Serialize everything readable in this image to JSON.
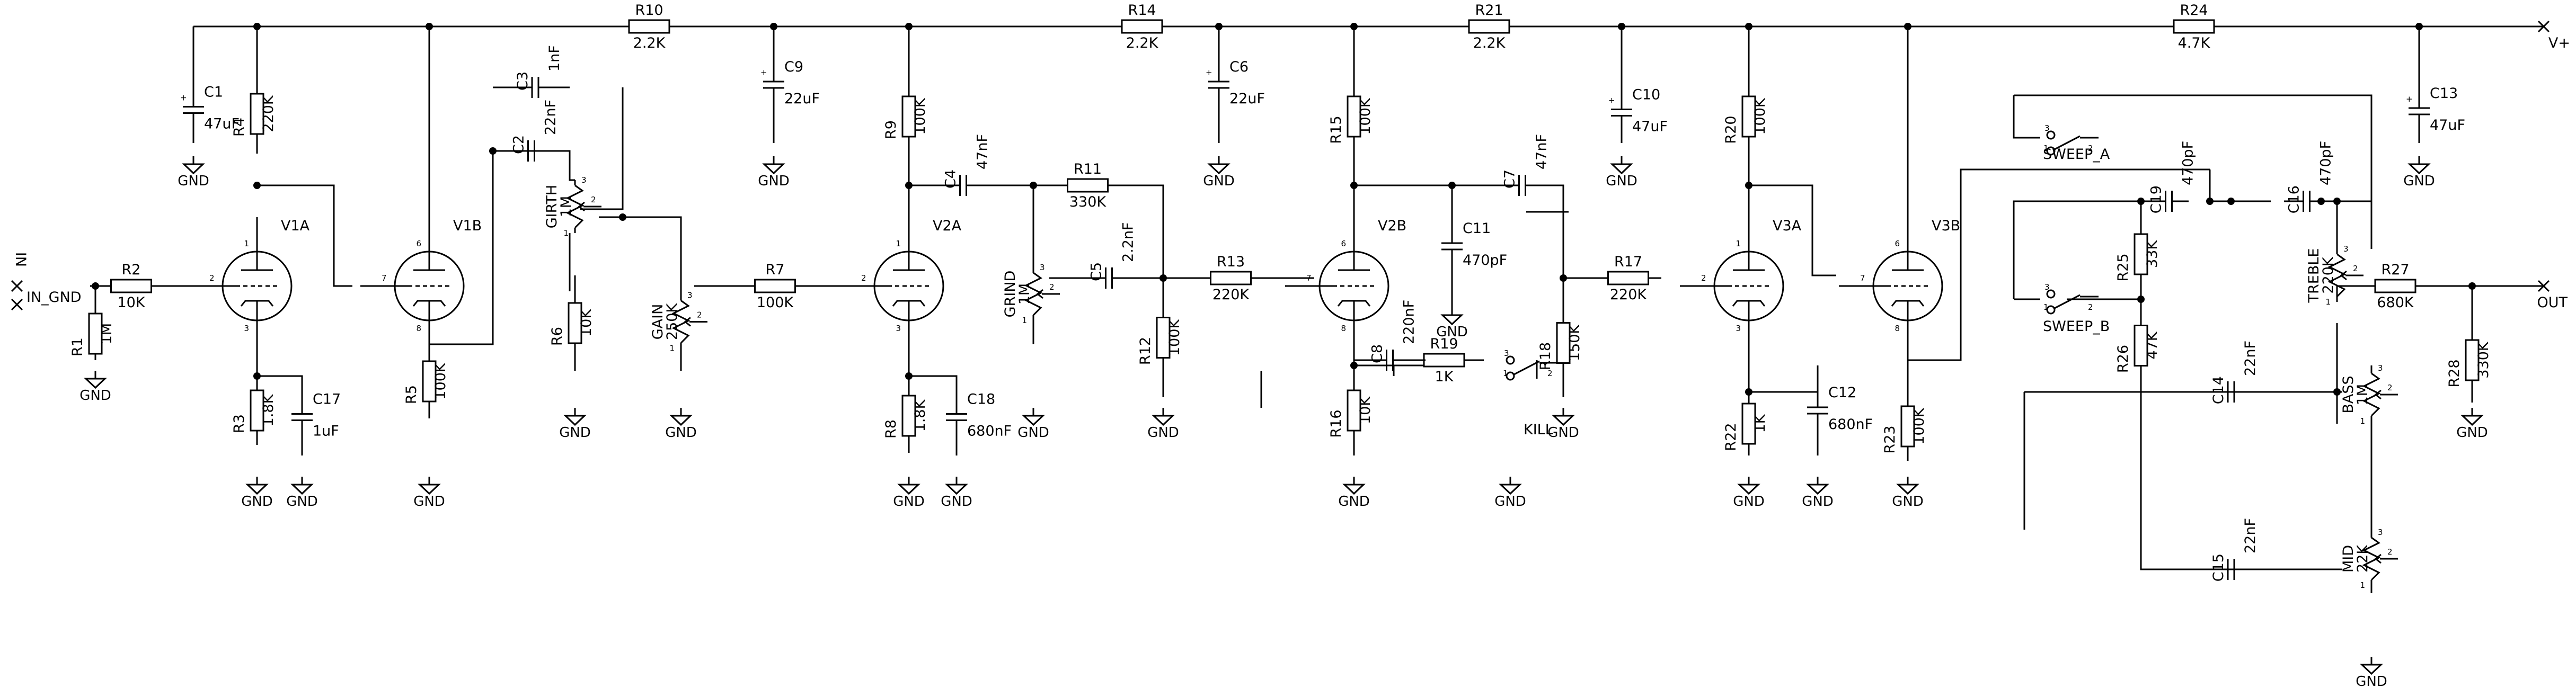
{
  "gnd": "GND",
  "tubes": [
    {
      "name": "V1A",
      "pins": [
        "1",
        "2",
        "3"
      ]
    },
    {
      "name": "V1B",
      "pins": [
        "6",
        "7",
        "8"
      ]
    },
    {
      "name": "V2A",
      "pins": [
        "1",
        "2",
        "3"
      ]
    },
    {
      "name": "V2B",
      "pins": [
        "6",
        "7",
        "8"
      ]
    },
    {
      "name": "V3A",
      "pins": [
        "1",
        "2",
        "3"
      ]
    },
    {
      "name": "V3B",
      "pins": [
        "6",
        "7",
        "8"
      ]
    }
  ],
  "resistors": [
    {
      "ref": "R1",
      "value": "1M"
    },
    {
      "ref": "R2",
      "value": "10K"
    },
    {
      "ref": "R3",
      "value": "1.8K"
    },
    {
      "ref": "R4",
      "value": "220K"
    },
    {
      "ref": "R5",
      "value": "100K"
    },
    {
      "ref": "R6",
      "value": "10K"
    },
    {
      "ref": "R7",
      "value": "100K"
    },
    {
      "ref": "R8",
      "value": "1.8K"
    },
    {
      "ref": "R9",
      "value": "100K"
    },
    {
      "ref": "R10",
      "value": "2.2K"
    },
    {
      "ref": "R11",
      "value": "330K"
    },
    {
      "ref": "R12",
      "value": "100K"
    },
    {
      "ref": "R13",
      "value": "220K"
    },
    {
      "ref": "R14",
      "value": "2.2K"
    },
    {
      "ref": "R15",
      "value": "100K"
    },
    {
      "ref": "R16",
      "value": "10K"
    },
    {
      "ref": "R17",
      "value": "220K"
    },
    {
      "ref": "R18",
      "value": "150K"
    },
    {
      "ref": "R19",
      "value": "1K"
    },
    {
      "ref": "R20",
      "value": "100K"
    },
    {
      "ref": "R21",
      "value": "2.2K"
    },
    {
      "ref": "R22",
      "value": "1K"
    },
    {
      "ref": "R23",
      "value": "100K"
    },
    {
      "ref": "R24",
      "value": "4.7K"
    },
    {
      "ref": "R25",
      "value": "33K"
    },
    {
      "ref": "R26",
      "value": "47K"
    },
    {
      "ref": "R27",
      "value": "680K"
    },
    {
      "ref": "R28",
      "value": "330K"
    }
  ],
  "capacitors": [
    {
      "ref": "C1",
      "value": "47uF"
    },
    {
      "ref": "C2",
      "value": "22nF"
    },
    {
      "ref": "C3",
      "value": "1nF"
    },
    {
      "ref": "C4",
      "value": "47nF"
    },
    {
      "ref": "C5",
      "value": "2.2nF"
    },
    {
      "ref": "C6",
      "value": "22uF"
    },
    {
      "ref": "C7",
      "value": "47nF"
    },
    {
      "ref": "C8",
      "value": "220nF"
    },
    {
      "ref": "C9",
      "value": "22uF"
    },
    {
      "ref": "C10",
      "value": "47uF"
    },
    {
      "ref": "C11",
      "value": "470pF"
    },
    {
      "ref": "C12",
      "value": "680nF"
    },
    {
      "ref": "C13",
      "value": "47uF"
    },
    {
      "ref": "C14",
      "value": "22nF"
    },
    {
      "ref": "C15",
      "value": "22nF"
    },
    {
      "ref": "C16",
      "value": "470pF"
    },
    {
      "ref": "C17",
      "value": "1uF"
    },
    {
      "ref": "C18",
      "value": "680nF"
    },
    {
      "ref": "C19",
      "value": "470pF"
    }
  ],
  "pots": [
    {
      "ref": "GIRTH",
      "value": "1M"
    },
    {
      "ref": "GAIN",
      "value": "250K"
    },
    {
      "ref": "GRIND",
      "value": "1M"
    },
    {
      "ref": "TREBLE",
      "value": "220K"
    },
    {
      "ref": "BASS",
      "value": "1M"
    },
    {
      "ref": "MID",
      "value": "22K"
    }
  ],
  "pot_pins": [
    "1",
    "2",
    "3"
  ],
  "switches": [
    {
      "name": "KILL"
    },
    {
      "name": "SWEEP_A"
    },
    {
      "name": "SWEEP_B"
    }
  ],
  "switch_pins": [
    "1",
    "2",
    "3"
  ],
  "ports": {
    "in": "IN",
    "in_gnd": "IN_GND",
    "out": "OUT",
    "vplus": "V+"
  },
  "cap_plus": "+"
}
